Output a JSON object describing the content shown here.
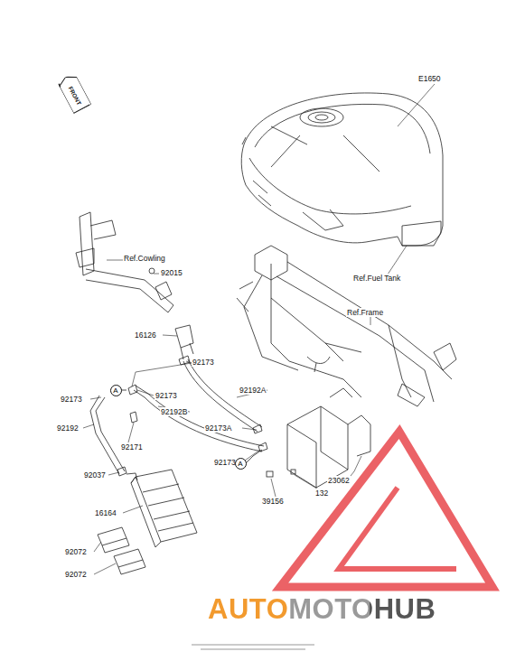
{
  "diagram": {
    "nodes": [
      {
        "text": [
          "FRONT"
        ]
      },
      {
        "text": [
          "A"
        ]
      },
      {
        "text": [
          "A"
        ]
      }
    ],
    "labels": [
      "E1650",
      "Ref.Cowling",
      "92015",
      "Ref.Fuel Tank",
      "Ref.Frame",
      "16126",
      "92173",
      "92192A",
      "92173",
      "92173",
      "92192B",
      "92192",
      "92171",
      "92173A",
      "92173",
      "23062",
      "92037",
      "132",
      "39156",
      "16164",
      "92072",
      "92072",
      "AUTOMOTOHUB"
    ]
  }
}
